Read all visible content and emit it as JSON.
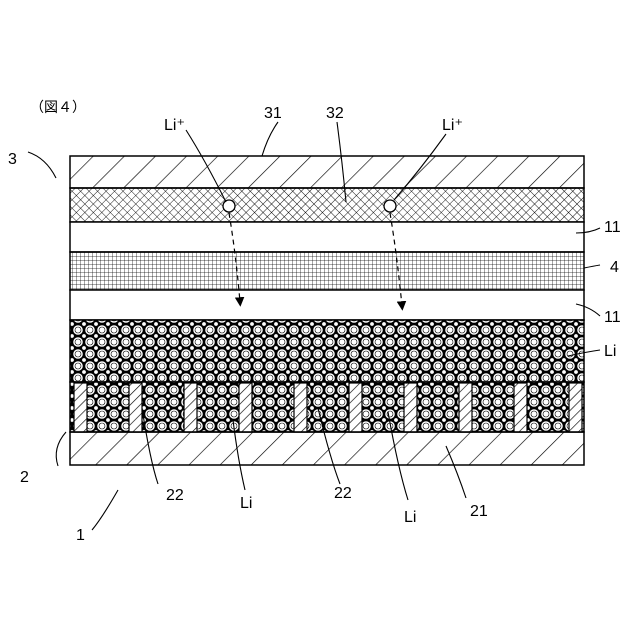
{
  "figure": {
    "title": "（図４）",
    "labels": {
      "n3": "3",
      "n31": "31",
      "n32": "32",
      "li_plus_left": "Li⁺",
      "li_plus_right": "Li⁺",
      "n11_top": "11",
      "n4": "4",
      "n11_bottom": "11",
      "li_right": "Li",
      "n2": "2",
      "n22_left": "22",
      "li_bottom_left": "Li",
      "n22_right": "22",
      "li_bottom_right": "Li",
      "n21": "21",
      "n1": "1"
    }
  }
}
